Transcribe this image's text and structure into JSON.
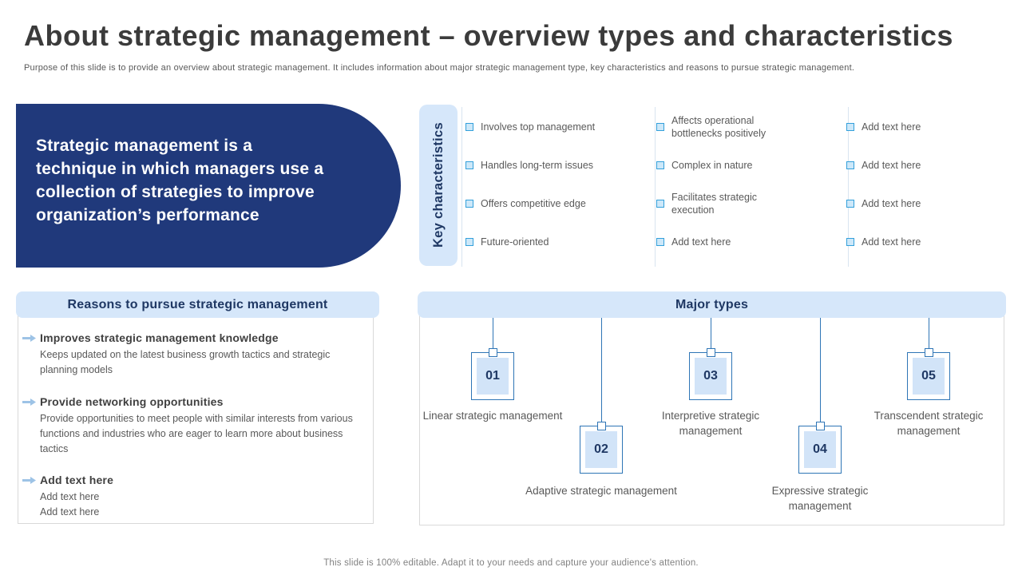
{
  "slide": {
    "title": "About strategic management – overview types and characteristics",
    "subtitle": "Purpose of this slide is to provide an overview about strategic management. It includes information about major strategic management type, key  characteristics and reasons to pursue strategic management.",
    "footer": "This slide is 100% editable. Adapt it to your needs and capture your audience's attention."
  },
  "colors": {
    "navy_banner": "#20397B",
    "heading_navy": "#1F3864",
    "light_blue": "#D6E7FA",
    "accent_blue": "#2E75B6",
    "checkbox_blue": "#33A0DB",
    "body_gray": "#595959",
    "border_gray": "#D9D9D9"
  },
  "intro_banner": {
    "text": "Strategic management is a technique in which managers use a collection of strategies to improve organization’s performance"
  },
  "key_characteristics": {
    "label": "Key characteristics",
    "columns": [
      {
        "items": [
          "Involves  top management",
          "Handles long-term issues",
          "Offers  competitive edge",
          "Future-oriented"
        ]
      },
      {
        "items": [
          "Affects operational bottlenecks positively",
          "Complex in nature",
          "Facilitates strategic execution",
          "Add text here"
        ]
      },
      {
        "items": [
          "Add text here",
          "Add text here",
          "Add text here",
          "Add text here"
        ]
      }
    ]
  },
  "reasons": {
    "header": "Reasons to pursue strategic management",
    "items": [
      {
        "title": "Improves strategic management knowledge",
        "description": "Keeps updated on the latest business growth  tactics and strategic planning  models"
      },
      {
        "title": "Provide networking opportunities",
        "description": "Provide  opportunities to meet people with  similar interests from various  functions  and industries  who  are  eager  to learn  more  about business  tactics"
      },
      {
        "title": "Add text here",
        "description": "Add text here\nAdd text here"
      }
    ]
  },
  "major_types": {
    "header": "Major types",
    "items": [
      {
        "number": "01",
        "label": "Linear strategic management"
      },
      {
        "number": "02",
        "label": "Adaptive strategic management"
      },
      {
        "number": "03",
        "label": "Interpretive  strategic management"
      },
      {
        "number": "04",
        "label": "Expressive strategic management"
      },
      {
        "number": "05",
        "label": "Transcendent  strategic management"
      }
    ]
  }
}
